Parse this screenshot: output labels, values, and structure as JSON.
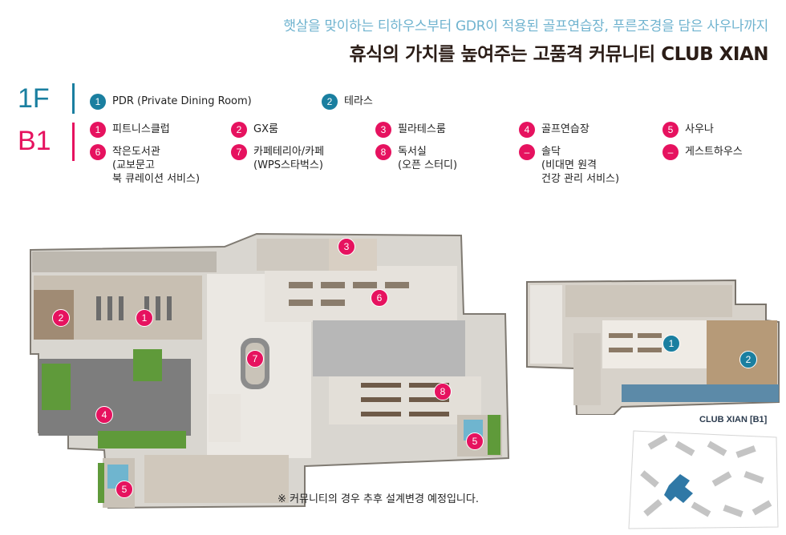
{
  "header": {
    "subtitle": "햇살을 맞이하는 티하우스부터 GDR이 적용된 골프연습장, 푸른조경을 담은 사우나까지",
    "title": "휴식의 가치를 높여주는 고품격 커뮤니티 CLUB XIAN"
  },
  "floors": {
    "f1": {
      "label": "1F",
      "items": [
        {
          "num": "1",
          "name": "PDR (Private Dining Room)"
        },
        {
          "num": "2",
          "name": "테라스"
        }
      ]
    },
    "b1": {
      "label": "B1",
      "items": [
        {
          "num": "1",
          "name": "피트니스클럽"
        },
        {
          "num": "2",
          "name": "GX룸"
        },
        {
          "num": "3",
          "name": "필라테스룸"
        },
        {
          "num": "4",
          "name": "골프연습장"
        },
        {
          "num": "5",
          "name": "사우나"
        },
        {
          "num": "6",
          "name": "작은도서관",
          "detail": [
            "(교보문고",
            "북 큐레이션 서비스)"
          ]
        },
        {
          "num": "7",
          "name": "카페테리아/카페",
          "detail": [
            "(WPS스타벅스)"
          ]
        },
        {
          "num": "8",
          "name": "독서실",
          "detail": [
            "(오픈 스터디)"
          ]
        },
        {
          "num": "–",
          "name": "솔닥",
          "detail": [
            "(비대면 원격",
            "건강 관리 서비스)"
          ]
        },
        {
          "num": "–",
          "name": "게스트하우스"
        }
      ]
    }
  },
  "map_b1": {
    "markers": [
      "3",
      "6",
      "2",
      "1",
      "7",
      "8",
      "4",
      "5",
      "5"
    ]
  },
  "map_1f": {
    "markers": [
      "1",
      "2"
    ],
    "tag": "CLUB XIAN [B1]"
  },
  "note": "※ 커뮤니티의 경우 추후 설계변경 예정입니다.",
  "colors": {
    "f1": "#1a7fa0",
    "b1": "#e6125f",
    "title": "#2b1d17",
    "subtitle": "#6fb3cf"
  }
}
